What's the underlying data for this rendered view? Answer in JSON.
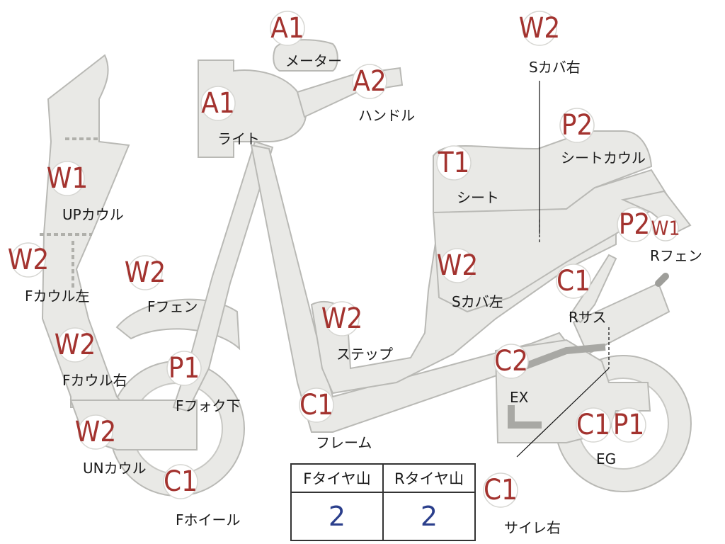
{
  "parts": [
    {
      "name": "meter",
      "code": "A1",
      "label": "メーター"
    },
    {
      "name": "handle",
      "code": "A2",
      "label": "ハンドル"
    },
    {
      "name": "light",
      "code": "A1",
      "label": "ライト"
    },
    {
      "name": "s-cover-right",
      "code": "W2",
      "label": "Sカバ右"
    },
    {
      "name": "seat-cowl",
      "code": "P2",
      "label": "シートカウル"
    },
    {
      "name": "seat",
      "code": "T1",
      "label": "シート"
    },
    {
      "name": "up-cowl",
      "code": "W1",
      "label": "UPカウル"
    },
    {
      "name": "f-cowl-left",
      "code": "W2",
      "label": "Fカウル左"
    },
    {
      "name": "f-fender",
      "code": "W2",
      "label": "Fフェン"
    },
    {
      "name": "s-cover-left",
      "code": "W2",
      "label": "Sカバ左"
    },
    {
      "name": "step",
      "code": "W2",
      "label": "ステップ"
    },
    {
      "name": "f-cowl-right",
      "code": "W2",
      "label": "Fカウル右"
    },
    {
      "name": "f-fork-lower",
      "code": "P1",
      "label": "Fフォク下"
    },
    {
      "name": "frame",
      "code": "C1",
      "label": "フレーム"
    },
    {
      "name": "un-cowl",
      "code": "W2",
      "label": "UNカウル"
    },
    {
      "name": "f-wheel",
      "code": "C1",
      "label": "Fホイール"
    },
    {
      "name": "r-sus",
      "code": "C1",
      "label": "Rサス"
    },
    {
      "name": "ex",
      "code": "C2",
      "label": "EX"
    },
    {
      "name": "eg",
      "code": "C1",
      "label": ""
    },
    {
      "name": "eg-2",
      "code": "P1",
      "label": "EG"
    },
    {
      "name": "silencer-right",
      "code": "C1",
      "label": "サイレ右"
    },
    {
      "name": "r-fender",
      "code": "P2",
      "label": "Rフェン"
    },
    {
      "name": "r-fender-2",
      "code": "W1",
      "label": ""
    }
  ],
  "tire_table": {
    "headers": [
      "Fタイヤ山",
      "Rタイヤ山"
    ],
    "values": [
      "2",
      "2"
    ]
  }
}
